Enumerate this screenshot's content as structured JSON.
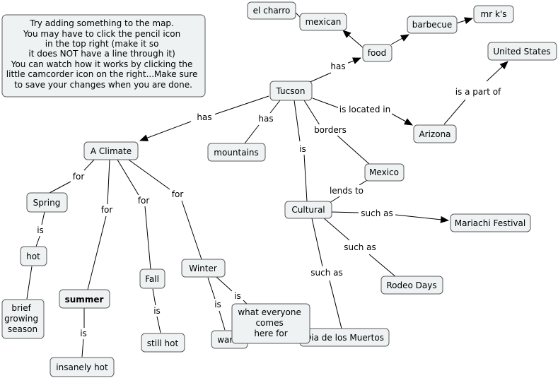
{
  "instructions": [
    "Try adding something to the map.",
    "You may have to click the pencil icon",
    "in the top right (make it so",
    "it does NOT have a  line through it)",
    "You can watch how it works by clicking the",
    "little camcorder icon on the right...Make sure",
    "to save your changes when you are done."
  ],
  "nodes": {
    "tucson": [
      "Tucson"
    ],
    "food": [
      "food"
    ],
    "mexican": [
      "mexican"
    ],
    "el_charro": [
      "el charro"
    ],
    "barbecue": [
      "barbecue"
    ],
    "mr_ks": [
      "mr k's"
    ],
    "united_states": [
      "United States"
    ],
    "arizona": [
      "Arizona"
    ],
    "a_climate": [
      "A Climate"
    ],
    "mountains": [
      "mountains"
    ],
    "mexico": [
      "Mexico"
    ],
    "cultural": [
      "Cultural"
    ],
    "mariachi_festival": [
      "Mariachi Festival"
    ],
    "rodeo_days": [
      "Rodeo Days"
    ],
    "dia_de_los_muertos": [
      "Dia de los Muertos"
    ],
    "spring": [
      "Spring"
    ],
    "hot": [
      "hot"
    ],
    "brief_growing_season": [
      "brief",
      "growing",
      "season"
    ],
    "summer": [
      "summer"
    ],
    "insanely_hot": [
      "insanely hot"
    ],
    "fall": [
      "Fall"
    ],
    "still_hot": [
      "still hot"
    ],
    "winter": [
      "Winter"
    ],
    "warm": [
      "warm"
    ],
    "what_everyone_comes_here_for": [
      "what everyone",
      "comes",
      "here for"
    ]
  },
  "link_labels": {
    "has_food": "has",
    "has_climate": "has",
    "has_mountains": "has",
    "is_located_in": "is located in",
    "is_a_part_of": "is a part of",
    "borders": "borders",
    "is_cultural": "is",
    "lends_to": "lends to",
    "such_as_mariachi": "such as",
    "such_as_rodeo": "such as",
    "such_as_dia": "such as",
    "for_spring": "for",
    "for_summer": "for",
    "for_fall": "for",
    "for_winter": "for",
    "is_spring": "is",
    "is_summer": "is",
    "is_fall": "is",
    "is_winter": "is",
    "is_winter_2": "is"
  }
}
